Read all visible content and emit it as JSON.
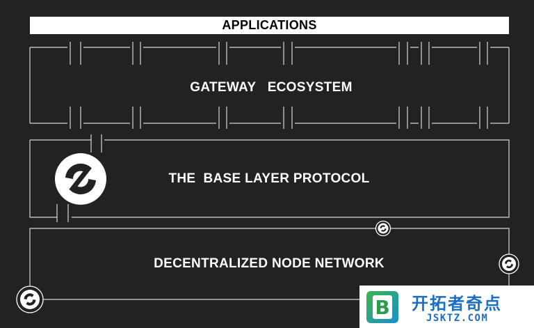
{
  "diagram": {
    "applications_label": "APPLICATIONS",
    "gateway_label": "GATEWAY   ECOSYSTEM",
    "base_layer_label": "THE  BASE LAYER PROTOCOL",
    "node_network_label": "DECENTRALIZED NODE NETWORK",
    "frame_color": "#d8d8d8",
    "background_color": "#242122",
    "logo_icon": "sync-logo-icon"
  },
  "watermark": {
    "title": "开拓者奇点",
    "url": "JSKTZ.COM",
    "logo_letter": "B",
    "accent_color": "#1a6fc2"
  }
}
